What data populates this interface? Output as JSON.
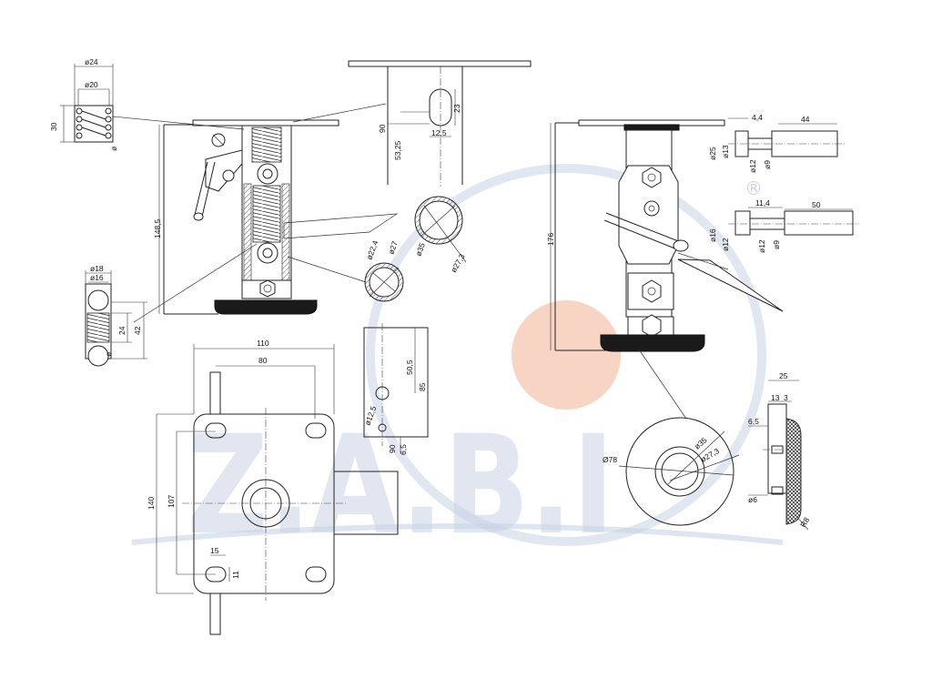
{
  "watermark": {
    "text": "Z.A.B.I",
    "registered_mark": "®",
    "ring_color": "#c9d3e6",
    "dot_color": "#f6c9b5"
  },
  "dimensions": {
    "spring1_outer": "ø24",
    "spring1_inner": "ø20",
    "spring1_height": "30",
    "spring1_wire": "ø",
    "spring2_outer": "ø18",
    "spring2_inner": "ø16",
    "spring2_height": "24",
    "spring2_overall": "42",
    "spring2_wire": "ø",
    "left_view_height": "148,5",
    "top_plate_height": "90",
    "top_plate_slot_pos": "53,25",
    "top_plate_slot_len": "23",
    "top_plate_slot_w": "12,5",
    "tube_small_inner": "ø22,4",
    "tube_small_outer": "ø27",
    "tube_large_inner": "ø35",
    "tube_large_outer": "ø27,3",
    "base_width": "110",
    "base_hole_spacing_x": "80",
    "base_height": "140",
    "base_hole_spacing_y": "107",
    "slot_len": "15",
    "slot_w": "11",
    "bracket_h1": "50,5",
    "bracket_h2": "85",
    "bracket_hole": "ø12,5",
    "bracket_angle": "90",
    "bracket_thk": "6,5",
    "right_view_height": "176",
    "pin_shoulder": "4,4",
    "pin1_len": "44",
    "pin1_head_dia": "ø25",
    "pin1_head_inner": "ø13",
    "pin1_shank": "ø12",
    "pin1_tip": "ø9",
    "pin2_shoulder": "11,4",
    "pin2_len": "50",
    "pin2_head_dia": "ø16",
    "pin2_head_inner": "ø12",
    "pin2_shank": "ø12",
    "pin2_tip": "ø9",
    "foot_dia": "Ø78",
    "foot_bore": "ø35",
    "foot_inner": "ø27,3",
    "pad_width": "25",
    "pad_a": "13",
    "pad_b": "3",
    "pad_lip": "6,5",
    "pad_stem": "ø6",
    "pad_radius": "R8"
  }
}
